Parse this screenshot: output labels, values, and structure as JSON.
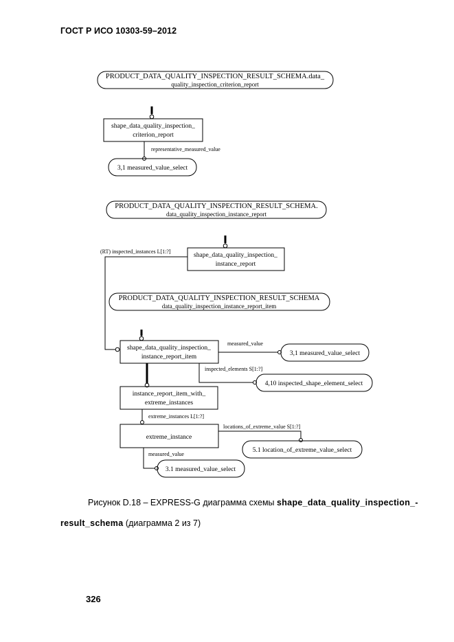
{
  "header": {
    "title": "ГОСТ Р ИСО 10303-59–2012"
  },
  "diagram": {
    "schema_refs": [
      {
        "line1": "PRODUCT_DATA_QUALITY_INSPECTION_RESULT_SCHEMA.data_",
        "line2": "quality_inspection_criterion_report"
      },
      {
        "line1": "PRODUCT_DATA_QUALITY_INSPECTION_RESULT_SCHEMA.",
        "line2": "data_quality_inspection_instance_report"
      },
      {
        "line1": "PRODUCT_DATA_QUALITY_INSPECTION_RESULT_SCHEMA",
        "line2": "data_quality_inspection_instance_report_item"
      }
    ],
    "entities": [
      {
        "line1": "shape_data_quality_inspection_",
        "line2": "criterion_report"
      },
      {
        "line1": "shape_data_quality_inspection_",
        "line2": "instance_report"
      },
      {
        "line1": "shape_data_quality_inspection_",
        "line2": "instance_report_item"
      },
      {
        "line1": "instance_report_item_with_",
        "line2": "extreme_instances"
      },
      {
        "line1": "extreme_instance",
        "line2": ""
      }
    ],
    "selects": [
      "3,1  measured_value_select",
      "3,1  measured_value_select",
      "4,10  inspected_shape_element_select",
      "5.1  location_of_extreme_value_select",
      "3.1  measured_value_select"
    ],
    "relations": [
      "representative_measured_value",
      "(RT) inspected_instances  L[1:?]",
      "measured_value",
      "inspected_elements  S[1:?]",
      "extreme_instances  L[1:?]",
      "locations_of_extreme_value  S[1:?]",
      "measured_value"
    ]
  },
  "caption": {
    "prefix": "Рисунок D.18 – EXPRESS-G диаграмма схемы ",
    "bold1": "shape_data_quality_inspection_-",
    "bold2": "result_schema",
    "suffix": " (диаграмма 2 из 7)"
  },
  "page_number": "326"
}
